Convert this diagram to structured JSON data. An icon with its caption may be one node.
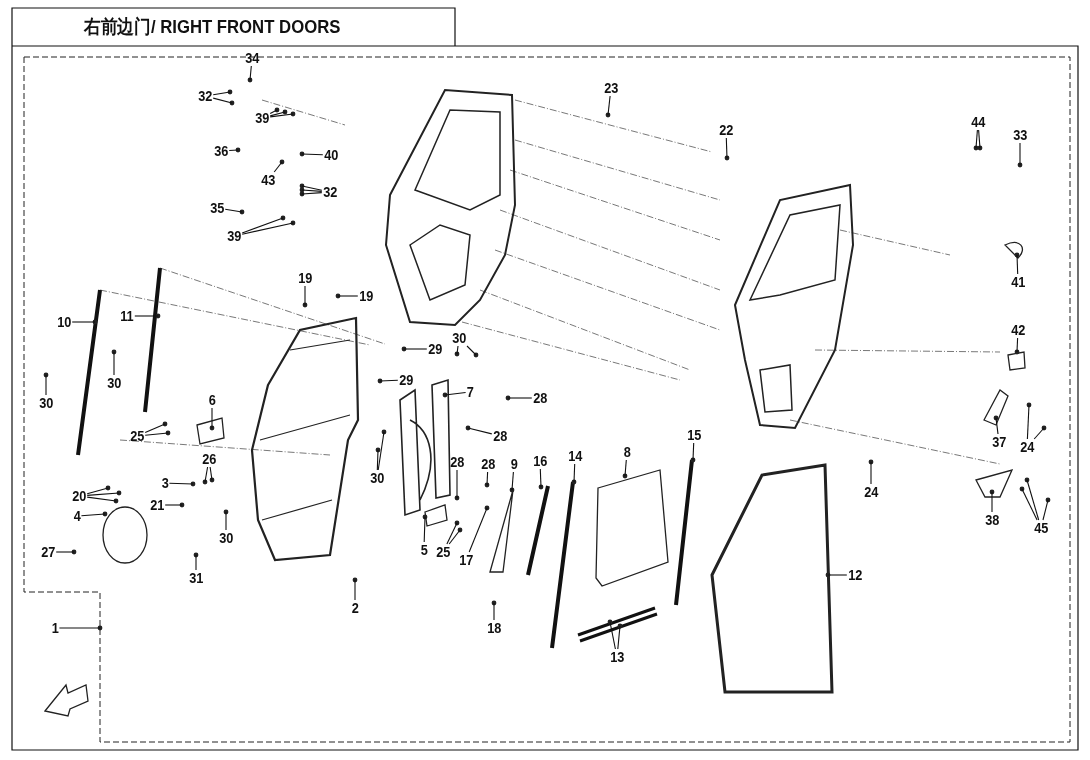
{
  "diagram": {
    "title": "右前边门/ RIGHT FRONT DOORS",
    "nodes": [
      {
        "text": [
          "34"
        ]
      },
      {
        "text": [
          "23"
        ]
      },
      {
        "text": [
          "32"
        ]
      },
      {
        "text": [
          "44"
        ]
      },
      {
        "text": [
          "39"
        ]
      },
      {
        "text": [
          "22"
        ]
      },
      {
        "text": [
          "33"
        ]
      },
      {
        "text": [
          "36"
        ]
      },
      {
        "text": [
          "40"
        ]
      },
      {
        "text": [
          "43"
        ]
      },
      {
        "text": [
          "32"
        ]
      },
      {
        "text": [
          "35"
        ]
      },
      {
        "text": [
          "39"
        ]
      },
      {
        "text": [
          "19"
        ]
      },
      {
        "text": [
          "19"
        ]
      },
      {
        "text": [
          "41"
        ]
      },
      {
        "text": [
          "11"
        ]
      },
      {
        "text": [
          "10"
        ]
      },
      {
        "text": [
          "42"
        ]
      },
      {
        "text": [
          "30"
        ]
      },
      {
        "text": [
          "29"
        ]
      },
      {
        "text": [
          "30"
        ]
      },
      {
        "text": [
          "7"
        ]
      },
      {
        "text": [
          "29"
        ]
      },
      {
        "text": [
          "30"
        ]
      },
      {
        "text": [
          "6"
        ]
      },
      {
        "text": [
          "28"
        ]
      },
      {
        "text": [
          "25"
        ]
      },
      {
        "text": [
          "28"
        ]
      },
      {
        "text": [
          "37"
        ]
      },
      {
        "text": [
          "24"
        ]
      },
      {
        "text": [
          "15"
        ]
      },
      {
        "text": [
          "14"
        ]
      },
      {
        "text": [
          "8"
        ]
      },
      {
        "text": [
          "16"
        ]
      },
      {
        "text": [
          "9"
        ]
      },
      {
        "text": [
          "26"
        ]
      },
      {
        "text": [
          "28"
        ]
      },
      {
        "text": [
          "28"
        ]
      },
      {
        "text": [
          "30"
        ]
      },
      {
        "text": [
          "3"
        ]
      },
      {
        "text": [
          "24"
        ]
      },
      {
        "text": [
          "20"
        ]
      },
      {
        "text": [
          "21"
        ]
      },
      {
        "text": [
          "38"
        ]
      },
      {
        "text": [
          "45"
        ]
      },
      {
        "text": [
          "4"
        ]
      },
      {
        "text": [
          "30"
        ]
      },
      {
        "text": [
          "27"
        ]
      },
      {
        "text": [
          "5"
        ]
      },
      {
        "text": [
          "25"
        ]
      },
      {
        "text": [
          "17"
        ]
      },
      {
        "text": [
          "12"
        ]
      },
      {
        "text": [
          "31"
        ]
      },
      {
        "text": [
          "2"
        ]
      },
      {
        "text": [
          "1"
        ]
      },
      {
        "text": [
          "18"
        ]
      },
      {
        "text": [
          "13"
        ]
      }
    ],
    "edges": [
      {
        "from": 0,
        "to": null,
        "arrow": "none"
      },
      {
        "from": 1,
        "to": null,
        "arrow": "none"
      },
      {
        "from": 2,
        "to": null,
        "arrow": "none"
      },
      {
        "from": 2,
        "to": null,
        "arrow": "none"
      },
      {
        "from": 3,
        "to": null,
        "arrow": "none"
      },
      {
        "from": 3,
        "to": null,
        "arrow": "none"
      },
      {
        "from": 4,
        "to": null,
        "arrow": "none"
      },
      {
        "from": 4,
        "to": null,
        "arrow": "none"
      },
      {
        "from": 4,
        "to": null,
        "arrow": "none"
      },
      {
        "from": 5,
        "to": null,
        "arrow": "none"
      },
      {
        "from": 6,
        "to": null,
        "arrow": "none"
      },
      {
        "from": 7,
        "to": null,
        "arrow": "none"
      },
      {
        "from": 8,
        "to": null,
        "arrow": "none"
      },
      {
        "from": 9,
        "to": null,
        "arrow": "none"
      },
      {
        "from": 10,
        "to": null,
        "arrow": "none"
      },
      {
        "from": 10,
        "to": null,
        "arrow": "none"
      },
      {
        "from": 10,
        "to": null,
        "arrow": "none"
      },
      {
        "from": 11,
        "to": null,
        "arrow": "none"
      },
      {
        "from": 12,
        "to": null,
        "arrow": "none"
      },
      {
        "from": 12,
        "to": null,
        "arrow": "none"
      },
      {
        "from": 13,
        "to": null,
        "arrow": "none"
      },
      {
        "from": 14,
        "to": null,
        "arrow": "none"
      },
      {
        "from": 15,
        "to": null,
        "arrow": "none"
      },
      {
        "from": 16,
        "to": null,
        "arrow": "none"
      },
      {
        "from": 17,
        "to": null,
        "arrow": "none"
      },
      {
        "from": 18,
        "to": null,
        "arrow": "none"
      },
      {
        "from": 19,
        "to": null,
        "arrow": "none"
      },
      {
        "from": 19,
        "to": null,
        "arrow": "none"
      },
      {
        "from": 20,
        "to": null,
        "arrow": "none"
      },
      {
        "from": 21,
        "to": null,
        "arrow": "none"
      },
      {
        "from": 22,
        "to": null,
        "arrow": "none"
      },
      {
        "from": 23,
        "to": null,
        "arrow": "none"
      },
      {
        "from": 24,
        "to": null,
        "arrow": "none"
      },
      {
        "from": 25,
        "to": null,
        "arrow": "none"
      },
      {
        "from": 26,
        "to": null,
        "arrow": "none"
      },
      {
        "from": 27,
        "to": null,
        "arrow": "none"
      },
      {
        "from": 27,
        "to": null,
        "arrow": "none"
      },
      {
        "from": 28,
        "to": null,
        "arrow": "none"
      },
      {
        "from": 29,
        "to": null,
        "arrow": "none"
      },
      {
        "from": 30,
        "to": null,
        "arrow": "none"
      },
      {
        "from": 30,
        "to": null,
        "arrow": "none"
      },
      {
        "from": 31,
        "to": null,
        "arrow": "none"
      },
      {
        "from": 32,
        "to": null,
        "arrow": "none"
      },
      {
        "from": 33,
        "to": null,
        "arrow": "none"
      },
      {
        "from": 34,
        "to": null,
        "arrow": "none"
      },
      {
        "from": 35,
        "to": null,
        "arrow": "none"
      },
      {
        "from": 36,
        "to": null,
        "arrow": "none"
      },
      {
        "from": 36,
        "to": null,
        "arrow": "none"
      },
      {
        "from": 37,
        "to": null,
        "arrow": "none"
      },
      {
        "from": 38,
        "to": null,
        "arrow": "none"
      },
      {
        "from": 39,
        "to": null,
        "arrow": "none"
      },
      {
        "from": 39,
        "to": null,
        "arrow": "none"
      },
      {
        "from": 40,
        "to": null,
        "arrow": "none"
      },
      {
        "from": 41,
        "to": null,
        "arrow": "none"
      },
      {
        "from": 42,
        "to": null,
        "arrow": "none"
      },
      {
        "from": 42,
        "to": null,
        "arrow": "none"
      },
      {
        "from": 42,
        "to": null,
        "arrow": "none"
      },
      {
        "from": 43,
        "to": null,
        "arrow": "none"
      },
      {
        "from": 44,
        "to": null,
        "arrow": "none"
      },
      {
        "from": 45,
        "to": null,
        "arrow": "none"
      },
      {
        "from": 45,
        "to": null,
        "arrow": "none"
      },
      {
        "from": 45,
        "to": null,
        "arrow": "none"
      },
      {
        "from": 46,
        "to": null,
        "arrow": "none"
      },
      {
        "from": 47,
        "to": null,
        "arrow": "none"
      },
      {
        "from": 48,
        "to": null,
        "arrow": "none"
      },
      {
        "from": 49,
        "to": null,
        "arrow": "none"
      },
      {
        "from": 50,
        "to": null,
        "arrow": "none"
      },
      {
        "from": 50,
        "to": null,
        "arrow": "none"
      },
      {
        "from": 51,
        "to": null,
        "arrow": "none"
      },
      {
        "from": 52,
        "to": null,
        "arrow": "none"
      },
      {
        "from": 53,
        "to": null,
        "arrow": "none"
      },
      {
        "from": 54,
        "to": null,
        "arrow": "none"
      },
      {
        "from": 55,
        "to": null,
        "arrow": "none"
      },
      {
        "from": 56,
        "to": null,
        "arrow": "none"
      },
      {
        "from": 57,
        "to": null,
        "arrow": "none"
      },
      {
        "from": 57,
        "to": null,
        "arrow": "none"
      }
    ]
  }
}
